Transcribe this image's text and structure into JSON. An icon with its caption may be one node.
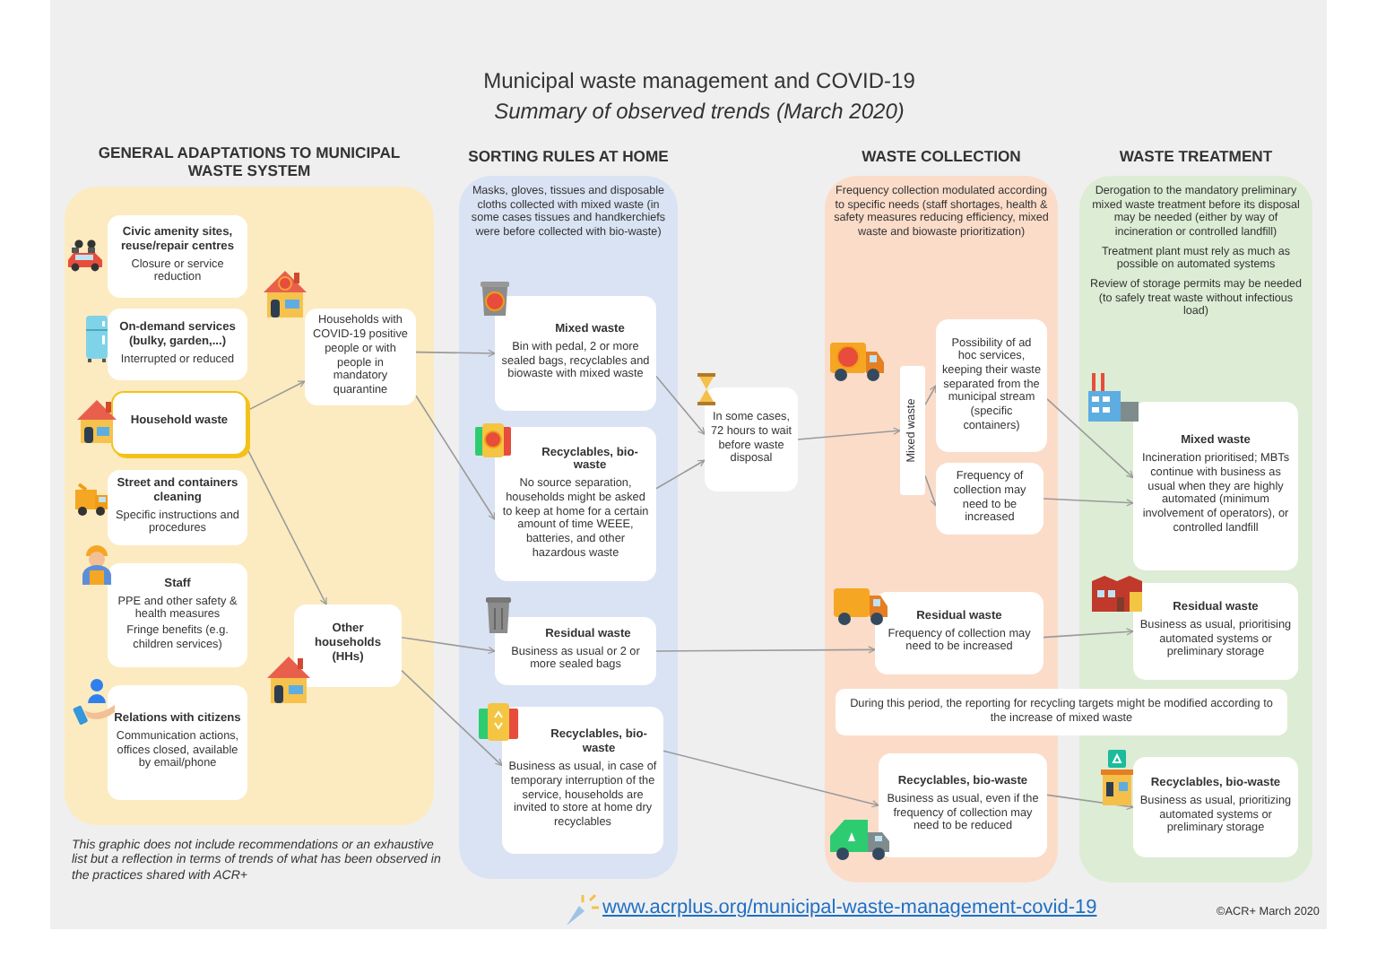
{
  "diagram": {
    "title": "Municipal waste management and COVID-19",
    "nodes": [
      {
        "text": [
          "GENERAL ADAPTATIONS TO MUNICIPAL WASTE SYSTEM"
        ]
      },
      {
        "text": [
          "Civic amenity sites, reuse/repair centres",
          "Closure or service reduction"
        ],
        "in": 0
      },
      {
        "text": [
          "On-demand services (bulky, garden,...)",
          "Interrupted or reduced"
        ],
        "in": 0
      },
      {
        "text": [
          "Household waste"
        ],
        "in": 0
      },
      {
        "text": [
          "Households with COVID-19 positive people or with people in mandatory quarantine"
        ],
        "in": 0
      },
      {
        "text": [
          "Street and containers cleaning",
          "Specific instructions and procedures"
        ],
        "in": 0
      },
      {
        "text": [
          "Staff",
          "PPE and other safety & health measures",
          "Fringe benefits (e.g. children services)"
        ],
        "in": 0
      },
      {
        "text": [
          "Relations with citizens",
          "Communication actions, offices closed, available by email/phone"
        ],
        "in": 0
      },
      {
        "text": [
          "Other households (HHs)"
        ],
        "in": 0
      },
      {
        "text": [
          "SORTING RULES AT HOME",
          "Masks, gloves, tissues and disposable cloths collected with mixed waste (in some cases tissues and handkerchiefs were before collected with bio-waste)"
        ]
      },
      {
        "text": [
          "Mixed waste",
          "Bin with pedal, 2 or more sealed bags, recyclables and biowaste with mixed waste"
        ],
        "in": 9
      },
      {
        "text": [
          "Recyclables, bio-waste",
          "No source separation, households might be asked to keep at home for a certain amount of time WEEE, batteries, and other hazardous waste"
        ],
        "in": 9
      },
      {
        "text": [
          "Residual waste",
          "Business as usual or 2 or more sealed bags"
        ],
        "in": 9
      },
      {
        "text": [
          "Recyclables, bio-waste",
          "Business as usual, in case of temporary interruption of the service, households are invited to store at home dry recyclables"
        ],
        "in": 9
      },
      {
        "text": [
          "In some cases, 72 hours to wait before waste disposal"
        ]
      },
      {
        "text": [
          "WASTE COLLECTION",
          "Frequency collection modulated according to specific needs (staff shortages, health & safety measures reducing efficiency, mixed waste and biowaste prioritization)"
        ]
      },
      {
        "text": [
          "Mixed waste"
        ],
        "in": 15
      },
      {
        "text": [
          "Possibility of ad hoc services, keeping their waste separated from the municipal stream (specific containers)"
        ],
        "in": 15
      },
      {
        "text": [
          "Frequency of collection may need to be increased"
        ],
        "in": 15
      },
      {
        "text": [
          "Residual waste",
          "Frequency of collection may need to be increased"
        ],
        "in": 15
      },
      {
        "text": [
          "Recyclables, bio-waste",
          "Business as usual, even if the frequency of collection may need to be reduced"
        ],
        "in": 15
      },
      {
        "text": [
          "WASTE TREATMENT",
          "Derogation to the mandatory preliminary mixed waste treatment before its disposal may be needed (either by way of incineration or controlled landfill)",
          "Treatment plant must rely as much as possible on automated systems",
          "Review of storage permits may be needed (to safely treat waste without infectious load)"
        ]
      },
      {
        "text": [
          "Mixed waste",
          "Incineration prioritised; MBTs continue with business as usual when they are highly automated (minimum involvement of operators), or controlled landfill"
        ],
        "in": 21
      },
      {
        "text": [
          "Residual waste",
          "Business as usual, prioritising automated systems or preliminary storage"
        ],
        "in": 21
      },
      {
        "text": [
          "Recyclables, bio-waste",
          "Business as usual, prioritizing automated systems or preliminary storage"
        ],
        "in": 21
      },
      {
        "text": [
          "During this period, the reporting for recycling targets might be modified according to the increase of mixed waste"
        ]
      }
    ],
    "edges": [
      {
        "from": 3,
        "to": 4,
        "arrow": "to"
      },
      {
        "from": 3,
        "to": 8,
        "arrow": "to"
      },
      {
        "from": 4,
        "to": 10,
        "arrow": "to"
      },
      {
        "from": 4,
        "to": 11,
        "arrow": "to"
      },
      {
        "from": 8,
        "to": 12,
        "arrow": "to"
      },
      {
        "from": 8,
        "to": 13,
        "arrow": "to"
      },
      {
        "from": 10,
        "to": 14,
        "arrow": "to"
      },
      {
        "from": 11,
        "to": 14,
        "arrow": "to"
      },
      {
        "from": 14,
        "to": 16,
        "arrow": "to"
      },
      {
        "from": 16,
        "to": 17,
        "arrow": "to"
      },
      {
        "from": 16,
        "to": 18,
        "arrow": "to"
      },
      {
        "from": 17,
        "to": 22,
        "arrow": "to"
      },
      {
        "from": 18,
        "to": 22,
        "arrow": "to"
      },
      {
        "from": 12,
        "to": 19,
        "arrow": "to"
      },
      {
        "from": 13,
        "to": 20,
        "arrow": "to"
      },
      {
        "from": 19,
        "to": 23,
        "arrow": "to"
      },
      {
        "from": 20,
        "to": 24,
        "arrow": "to"
      }
    ],
    "labels": [
      "Summary of observed trends (March 2020)",
      "This graphic does not include recommendations or an exhaustive list but a reflection in terms of trends of what has been observed in the practices shared with ACR+",
      "www.acrplus.org/municipal-waste-management-covid-19",
      "©ACR+ March 2020"
    ]
  }
}
